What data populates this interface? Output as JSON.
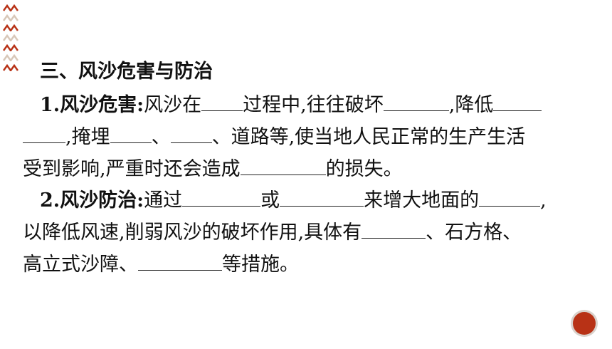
{
  "corner": {
    "colors": [
      "#b83216",
      "#d8c7b8",
      "#b83216",
      "#d8c7b8",
      "#b83216",
      "#d8c7b8",
      "#b83216"
    ]
  },
  "section": {
    "heading": "三、风沙危害与防治"
  },
  "item1": {
    "label": "1.风沙危害:",
    "line1_a": "风沙在",
    "line1_b": "过程中,往往破坏",
    "line1_c": ",降低",
    "line2_a": ",掩埋",
    "line2_b": "、",
    "line2_c": "、道路等,使当地人民正常的生产生活",
    "line3_a": "受到影响,严重时还会造成",
    "line3_b": "的损失。"
  },
  "item2": {
    "label": "2.风沙防治:",
    "line1_a": "通过",
    "line1_b": "或",
    "line1_c": "来增大地面的",
    "line1_d": ",",
    "line2_a": "以降低风速,削弱风沙的破坏作用,具体有",
    "line2_b": "、石方格、",
    "line3_a": "高立式沙障、",
    "line3_b": "等措施。"
  },
  "page_badge": {
    "color": "#b83216"
  }
}
